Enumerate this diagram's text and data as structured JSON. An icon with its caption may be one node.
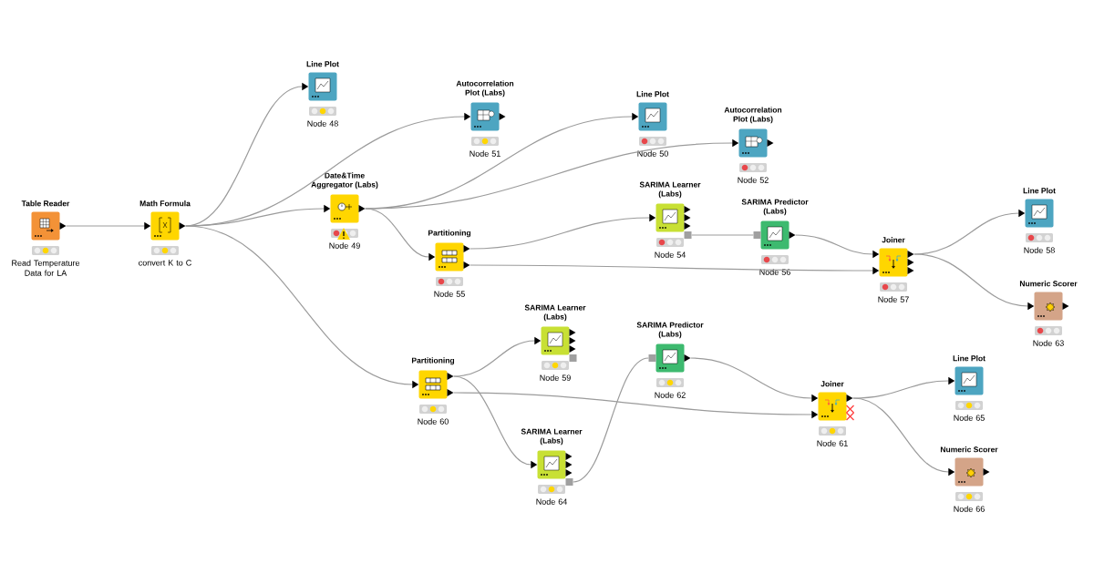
{
  "diagram": {
    "nodes": [
      {
        "text": [
          "Table Reader"
        ],
        "beside": [
          "Read Temperature Data for LA"
        ]
      },
      {
        "text": [
          "Math Formula"
        ],
        "beside": [
          "convert K to C"
        ]
      },
      {
        "text": [
          "Line Plot"
        ],
        "beside": [
          "Node 48"
        ]
      },
      {
        "text": [
          "Autocorrelation Plot (Labs)"
        ],
        "beside": [
          "Node 51"
        ]
      },
      {
        "text": [
          "Date&Time Aggregator (Labs)"
        ],
        "beside": [
          "Node 49"
        ]
      },
      {
        "text": [
          "Line Plot"
        ],
        "beside": [
          "Node 50"
        ]
      },
      {
        "text": [
          "Autocorrelation Plot (Labs)"
        ],
        "beside": [
          "Node 52"
        ]
      },
      {
        "text": [
          "Partitioning"
        ],
        "beside": [
          "Node 55"
        ]
      },
      {
        "text": [
          "SARIMA Learner (Labs)"
        ],
        "beside": [
          "Node 54"
        ]
      },
      {
        "text": [
          "SARIMA Predictor (Labs)"
        ],
        "beside": [
          "Node 56"
        ]
      },
      {
        "text": [
          "Joiner"
        ],
        "beside": [
          "Node 57"
        ]
      },
      {
        "text": [
          "Line Plot"
        ],
        "beside": [
          "Node 58"
        ]
      },
      {
        "text": [
          "Numeric Scorer"
        ],
        "beside": [
          "Node 63"
        ]
      },
      {
        "text": [
          "Partitioning"
        ],
        "beside": [
          "Node 60"
        ]
      },
      {
        "text": [
          "SARIMA Learner (Labs)"
        ],
        "beside": [
          "Node 59"
        ]
      },
      {
        "text": [
          "SARIMA Predictor (Labs)"
        ],
        "beside": [
          "Node 62"
        ]
      },
      {
        "text": [
          "SARIMA Learner (Labs)"
        ],
        "beside": [
          "Node 64"
        ]
      },
      {
        "text": [
          "Joiner"
        ],
        "beside": [
          "Node 61"
        ]
      },
      {
        "text": [
          "Line Plot"
        ],
        "beside": [
          "Node 65"
        ]
      },
      {
        "text": [
          "Numeric Scorer"
        ],
        "beside": [
          "Node 66"
        ]
      }
    ],
    "edges": [
      {
        "from": 0,
        "to": 1,
        "arrow": "to"
      },
      {
        "from": 1,
        "to": 2,
        "arrow": "to"
      },
      {
        "from": 1,
        "to": 3,
        "arrow": "to"
      },
      {
        "from": 1,
        "to": 4,
        "arrow": "to"
      },
      {
        "from": 1,
        "to": 13,
        "arrow": "to"
      },
      {
        "from": 4,
        "to": 5,
        "arrow": "to"
      },
      {
        "from": 4,
        "to": 6,
        "arrow": "to"
      },
      {
        "from": 4,
        "to": 7,
        "arrow": "to"
      },
      {
        "from": 7,
        "to": 8,
        "arrow": "to"
      },
      {
        "from": 7,
        "to": 10,
        "arrow": "to"
      },
      {
        "from": 8,
        "to": 9,
        "arrow": "none"
      },
      {
        "from": 9,
        "to": 10,
        "arrow": "to"
      },
      {
        "from": 10,
        "to": 11,
        "arrow": "to"
      },
      {
        "from": 10,
        "to": 12,
        "arrow": "to"
      },
      {
        "from": 13,
        "to": 14,
        "arrow": "to"
      },
      {
        "from": 13,
        "to": 16,
        "arrow": "to"
      },
      {
        "from": 13,
        "to": 17,
        "arrow": "to"
      },
      {
        "from": 16,
        "to": 15,
        "arrow": "none"
      },
      {
        "from": 15,
        "to": 17,
        "arrow": "to"
      },
      {
        "from": 17,
        "to": 18,
        "arrow": "to"
      },
      {
        "from": 17,
        "to": 19,
        "arrow": "to"
      }
    ]
  }
}
